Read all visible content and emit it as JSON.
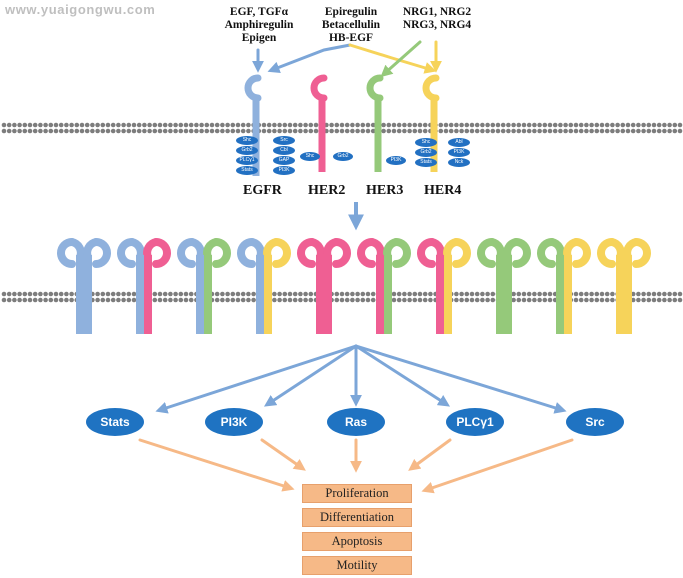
{
  "watermark": "www.yuaigongwu.com",
  "ligands": {
    "egfr": [
      "EGF, TGFα",
      "Amphiregulin",
      "Epigen"
    ],
    "shared": [
      "Epiregulin",
      "Betacellulin",
      "HB-EGF"
    ],
    "nrg": [
      "NRG1, NRG2",
      "NRG3, NRG4"
    ]
  },
  "receptors": [
    {
      "name": "EGFR",
      "color": "#8fb1dd"
    },
    {
      "name": "HER2",
      "color": "#ef5f93"
    },
    {
      "name": "HER3",
      "color": "#95c97a"
    },
    {
      "name": "HER4",
      "color": "#f6d35a"
    }
  ],
  "adaptors": {
    "egfr_left": [
      "Shc",
      "Grb2",
      "PLCγ1",
      "Stats"
    ],
    "egfr_right": [
      "Src",
      "Cbl",
      "GAP",
      "PI3K"
    ],
    "her2": [
      "Shc",
      "Grb2"
    ],
    "her3": [
      "PI3K"
    ],
    "her4_left": [
      "Shc",
      "Grb2",
      "Stats"
    ],
    "her4_right": [
      "Abl",
      "PI3K",
      "Nck"
    ]
  },
  "dimers": [
    [
      "EGFR",
      "EGFR"
    ],
    [
      "EGFR",
      "HER2"
    ],
    [
      "EGFR",
      "HER3"
    ],
    [
      "EGFR",
      "HER4"
    ],
    [
      "HER2",
      "HER2"
    ],
    [
      "HER2",
      "HER3"
    ],
    [
      "HER2",
      "HER4"
    ],
    [
      "HER3",
      "HER3"
    ],
    [
      "HER3",
      "HER4"
    ],
    [
      "HER4",
      "HER4"
    ]
  ],
  "pathways": [
    "Stats",
    "PI3K",
    "Ras",
    "PLCγ1",
    "Src"
  ],
  "outcomes": [
    "Proliferation",
    "Differentiation",
    "Apoptosis",
    "Motility"
  ],
  "colors": {
    "node": "#1f73c2",
    "blue_arrow": "#7ca6d8",
    "orange_arrow": "#f6b987",
    "outcome_box": "#f6b987",
    "membrane": "#7d7d7d"
  }
}
